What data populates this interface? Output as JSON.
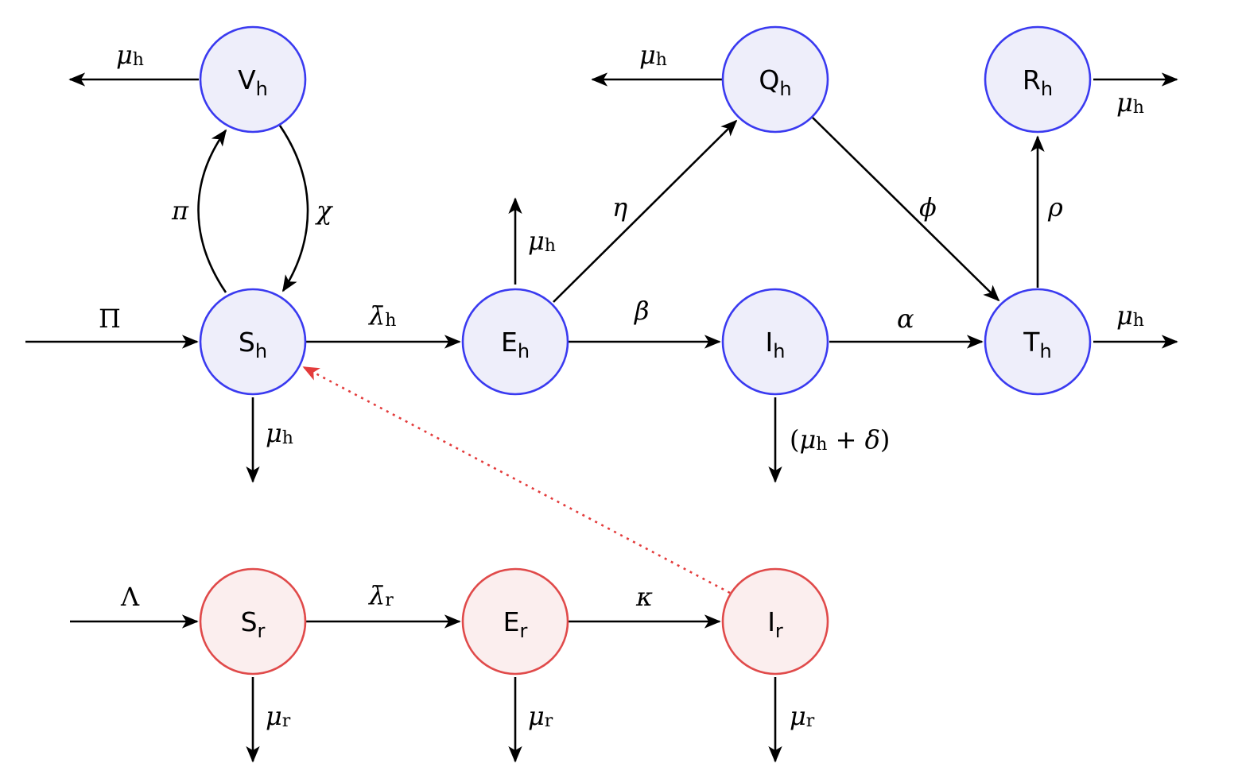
{
  "nodes": {
    "V_h": {
      "letter": "V",
      "sub": "h"
    },
    "Q_h": {
      "letter": "Q",
      "sub": "h"
    },
    "R_h": {
      "letter": "R",
      "sub": "h"
    },
    "S_h": {
      "letter": "S",
      "sub": "h"
    },
    "E_h": {
      "letter": "E",
      "sub": "h"
    },
    "I_h": {
      "letter": "I",
      "sub": "h"
    },
    "T_h": {
      "letter": "T",
      "sub": "h"
    },
    "S_r": {
      "letter": "S",
      "sub": "r"
    },
    "E_r": {
      "letter": "E",
      "sub": "r"
    },
    "I_r": {
      "letter": "I",
      "sub": "r"
    }
  },
  "labels": {
    "mu": "μ",
    "h": "h",
    "r": "r",
    "pi": "π",
    "chi": "χ",
    "Pi": "Π",
    "lambda_bar": "λ̄",
    "beta": "β",
    "alpha": "α",
    "eta": "η",
    "phi": "ϕ",
    "rho": "ρ",
    "kappa": "κ",
    "Lambda": "Λ",
    "open_paren": "(",
    "plus": " + ",
    "delta": "δ",
    "close_paren": ")"
  },
  "colors": {
    "human_stroke": "#3a3af0",
    "human_fill": "#eeeefa",
    "rodent_stroke": "#e04a4a",
    "rodent_fill": "#fbeeee",
    "cross_infection": "#e33b3b"
  }
}
